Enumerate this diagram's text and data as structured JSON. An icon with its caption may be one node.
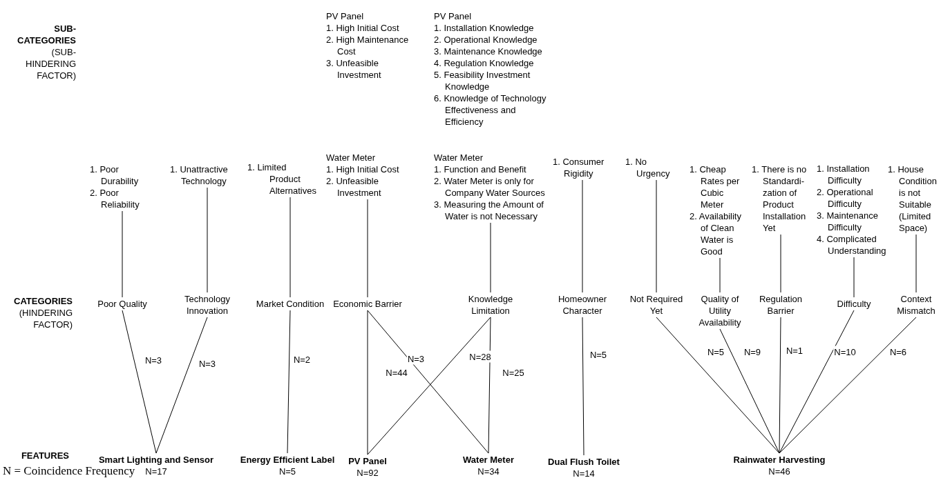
{
  "diagram": {
    "nodes": [
      {
        "text": [
          "1. Poor Durability",
          "2. Poor Reliability"
        ]
      },
      {
        "text": [
          "1. Unattractive Technology"
        ]
      },
      {
        "text": [
          "1. Limited Product Alternatives"
        ]
      },
      {
        "text": [
          "Water Meter",
          "1. High Initial Cost",
          "2. Unfeasible Investment"
        ]
      },
      {
        "text": [
          "Water Meter",
          "1. Function and Benefit",
          "2. Water Meter is only for Company Water Sources",
          "3. Measuring the Amount of Water is not Necessary"
        ]
      },
      {
        "text": [
          "1. Consumer Rigidity"
        ]
      },
      {
        "text": [
          "1. No Urgency"
        ]
      },
      {
        "text": [
          "1. Cheap Rates per Cubic Meter",
          "2. Availability of Clean Water is Good"
        ]
      },
      {
        "text": [
          "1. There is no Standardi-zation of Product Installation Yet"
        ]
      },
      {
        "text": [
          "1. Installation Difficulty",
          "2. Operational Difficulty",
          "3. Maintenance Difficulty",
          "4. Complicated Understanding"
        ]
      },
      {
        "text": [
          "1. House Condition is not Suitable (Limited Space)"
        ]
      },
      {
        "text": [
          "Poor Quality"
        ]
      },
      {
        "text": [
          "Technology Innovation"
        ]
      },
      {
        "text": [
          "Market Condition"
        ]
      },
      {
        "text": [
          "Economic Barrier"
        ]
      },
      {
        "text": [
          "Knowledge Limitation"
        ]
      },
      {
        "text": [
          "Homeowner Character"
        ]
      },
      {
        "text": [
          "Not Required Yet"
        ]
      },
      {
        "text": [
          "Quality of Utility Availability"
        ]
      },
      {
        "text": [
          "Regulation Barrier"
        ]
      },
      {
        "text": [
          "Difficulty"
        ]
      },
      {
        "text": [
          "Context Mismatch"
        ]
      },
      {
        "text": [
          "Smart Lighting and Sensor",
          "N=17"
        ]
      },
      {
        "text": [
          "Energy Efficient Label",
          "N=5"
        ]
      },
      {
        "text": [
          "PV Panel",
          "N=92"
        ]
      },
      {
        "text": [
          "Water Meter",
          "N=34"
        ]
      },
      {
        "text": [
          "Dual Flush Toilet",
          "N=14"
        ]
      },
      {
        "text": [
          "Rainwater Harvesting",
          "N=46"
        ]
      }
    ],
    "edges": [
      {
        "from": 0,
        "to": 11,
        "arrow": "none"
      },
      {
        "from": 1,
        "to": 12,
        "arrow": "none"
      },
      {
        "from": 2,
        "to": 13,
        "arrow": "none"
      },
      {
        "from": 3,
        "to": 14,
        "arrow": "none"
      },
      {
        "from": 4,
        "to": 15,
        "arrow": "none"
      },
      {
        "from": 5,
        "to": 16,
        "arrow": "none"
      },
      {
        "from": 6,
        "to": 17,
        "arrow": "none"
      },
      {
        "from": 7,
        "to": 18,
        "arrow": "none"
      },
      {
        "from": 8,
        "to": 19,
        "arrow": "none"
      },
      {
        "from": 9,
        "to": 20,
        "arrow": "none"
      },
      {
        "from": 10,
        "to": 21,
        "arrow": "none"
      },
      {
        "from": 11,
        "to": 22,
        "arrow": "none",
        "label": "N=3"
      },
      {
        "from": 12,
        "to": 22,
        "arrow": "none",
        "label": "N=3"
      },
      {
        "from": 13,
        "to": 23,
        "arrow": "none",
        "label": "N=2"
      },
      {
        "from": 14,
        "to": 24,
        "arrow": "none",
        "label": "N=44"
      },
      {
        "from": 14,
        "to": 25,
        "arrow": "none",
        "label": "N=3"
      },
      {
        "from": 15,
        "to": 24,
        "arrow": "none",
        "label": "N=28"
      },
      {
        "from": 15,
        "to": 25,
        "arrow": "none",
        "label": "N=25"
      },
      {
        "from": 16,
        "to": 26,
        "arrow": "none",
        "label": "N=5"
      },
      {
        "from": 17,
        "to": 27,
        "arrow": "none",
        "label": "N=5"
      },
      {
        "from": 18,
        "to": 27,
        "arrow": "none",
        "label": "N=9"
      },
      {
        "from": 19,
        "to": 27,
        "arrow": "none",
        "label": "N=1"
      },
      {
        "from": 20,
        "to": 27,
        "arrow": "none",
        "label": "N=10"
      },
      {
        "from": 21,
        "to": 27,
        "arrow": "none",
        "label": "N=6"
      }
    ],
    "labels": [
      "**SUB-CATEGORIES** (SUB-HINDERING FACTOR)",
      "PV Panel",
      "1. High Initial Cost",
      "2. High Maintenance Cost",
      "3. Unfeasible Investment",
      "PV Panel",
      "1. Installation Knowledge",
      "2. Operational Knowledge",
      "3. Maintenance Knowledge",
      "4. Regulation Knowledge",
      "5. Feasibility Investment Knowledge",
      "6. Knowledge of Technology Effectiveness and Efficiency",
      "**CATEGORIES** (HINDERING FACTOR)",
      "FEATURES",
      "N = Coincidence Frequency"
    ]
  }
}
